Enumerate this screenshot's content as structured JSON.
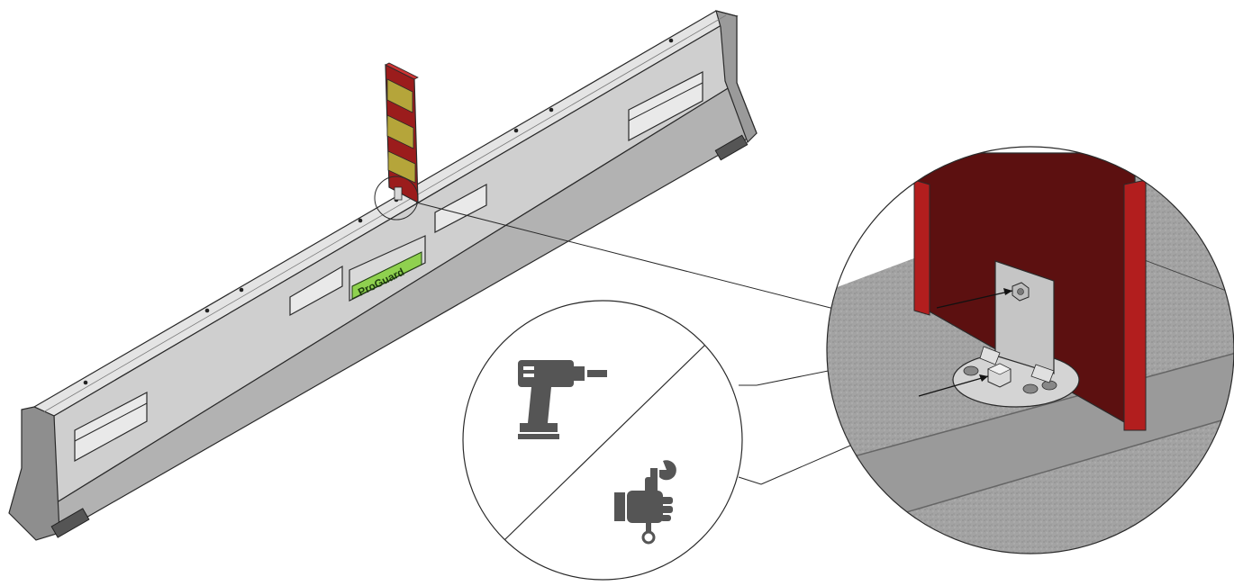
{
  "barrier": {
    "brand_label": "ProGuard",
    "colors": {
      "barrier_fill": "#c9c9c9",
      "barrier_top": "#e2e2e2",
      "barrier_shadow": "#a8a8a8",
      "panel_red": "#9b1c1c",
      "panel_dark_red": "#5c1010",
      "stripe_yellow": "#b5a53a",
      "label_green": "#8fd14f",
      "outline": "#2a2a2a",
      "concrete": "#9a9a9a"
    }
  },
  "detail_view": {
    "parts": [
      "red-panel",
      "mounting-plate",
      "hex-nut",
      "hex-bolt",
      "base-washer"
    ]
  },
  "tools": {
    "icons": [
      "cordless-drill-icon",
      "hand-wrench-icon"
    ]
  }
}
